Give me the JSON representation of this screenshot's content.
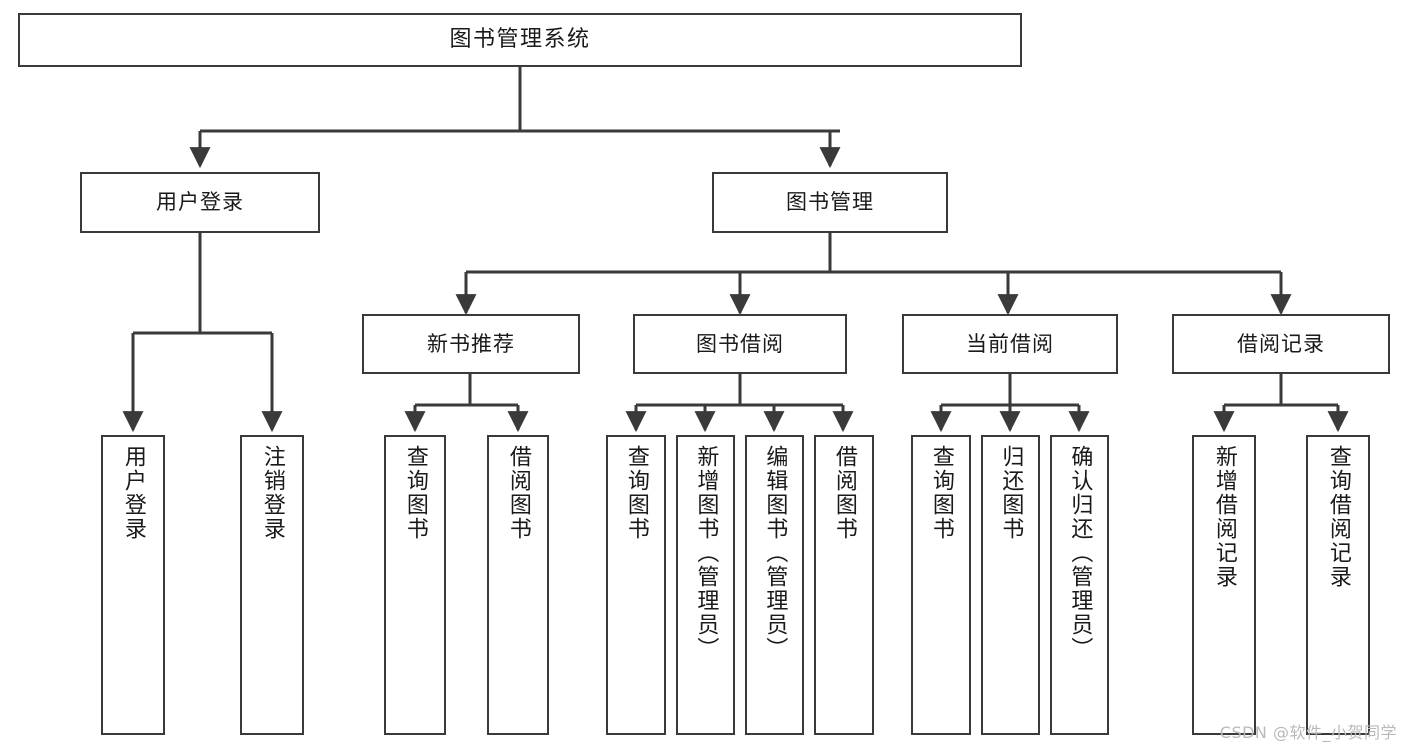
{
  "diagram": {
    "title": "图书管理系统",
    "type": "tree",
    "watermark": "CSDN @软件_小贺同学",
    "colors": {
      "background": "#ffffff",
      "box_border": "#3a3a3a",
      "box_fill": "#ffffff",
      "connector": "#3a3a3a",
      "text": "#1a1a1a",
      "watermark": "#b9b9b9"
    },
    "root": {
      "label": "图书管理系统"
    },
    "level2": [
      {
        "key": "user-login",
        "label": "用户登录"
      },
      {
        "key": "book-manage",
        "label": "图书管理"
      }
    ],
    "level3": [
      {
        "key": "new-book-recommend",
        "label": "新书推荐"
      },
      {
        "key": "book-borrow",
        "label": "图书借阅"
      },
      {
        "key": "current-borrow",
        "label": "当前借阅"
      },
      {
        "key": "borrow-record",
        "label": "借阅记录"
      }
    ],
    "leaves": {
      "user_login": [
        {
          "key": "user-login-leaf",
          "label": "用户登录"
        },
        {
          "key": "logout-leaf",
          "label": "注销登录"
        }
      ],
      "new_book_recommend": [
        {
          "key": "query-book-1",
          "label": "查询图书"
        },
        {
          "key": "borrow-book-1",
          "label": "借阅图书"
        }
      ],
      "book_borrow": [
        {
          "key": "query-book-2",
          "label": "查询图书"
        },
        {
          "key": "add-book-admin",
          "label": "新增图书（管理员）"
        },
        {
          "key": "edit-book-admin",
          "label": "编辑图书（管理员）"
        },
        {
          "key": "borrow-book-2",
          "label": "借阅图书"
        }
      ],
      "current_borrow": [
        {
          "key": "query-book-3",
          "label": "查询图书"
        },
        {
          "key": "return-book",
          "label": "归还图书"
        },
        {
          "key": "confirm-return-admin",
          "label": "确认归还（管理员）"
        }
      ],
      "borrow_record": [
        {
          "key": "add-borrow-record",
          "label": "新增借阅记录"
        },
        {
          "key": "query-borrow-record",
          "label": "查询借阅记录"
        }
      ]
    }
  }
}
